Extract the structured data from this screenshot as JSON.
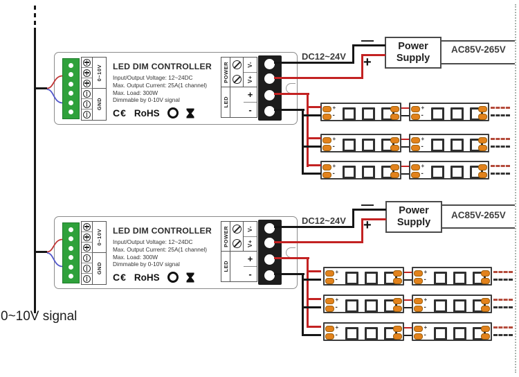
{
  "signal_label": "0~10V signal",
  "controller": {
    "title": "LED DIM CONTROLLER",
    "specs": [
      "Input/Output Voltage: 12~24DC",
      "Max. Output Current: 25A(1 channel)",
      "Max. Load: 300W",
      "Dimmable by 0-10V signal"
    ],
    "certs": {
      "ce": "C€",
      "rohs": "RoHS"
    },
    "input_terminal": {
      "signal_label": "0~10V",
      "ground_label": "GND"
    },
    "output_terminal": {
      "power_group": "POWER",
      "led_group": "LED",
      "v_minus": "V-",
      "v_plus": "V+",
      "led_plus": "+",
      "led_minus": "-"
    }
  },
  "power_supply": {
    "line1": "Power",
    "line2": "Supply",
    "dc_label": "DC12~24V",
    "ac_label": "AC85V-265V",
    "plus_symbol": "+",
    "minus_symbol": "—"
  },
  "led_strip": {
    "plus_mark": "+",
    "minus_mark": "-"
  },
  "colors": {
    "wire_red": "#c32222",
    "wire_black": "#161616",
    "wire_blue": "#5156c9",
    "wire_gray": "#4a4a4a",
    "connector_green": "#2fa13b",
    "pad_orange": "#e2821c"
  }
}
